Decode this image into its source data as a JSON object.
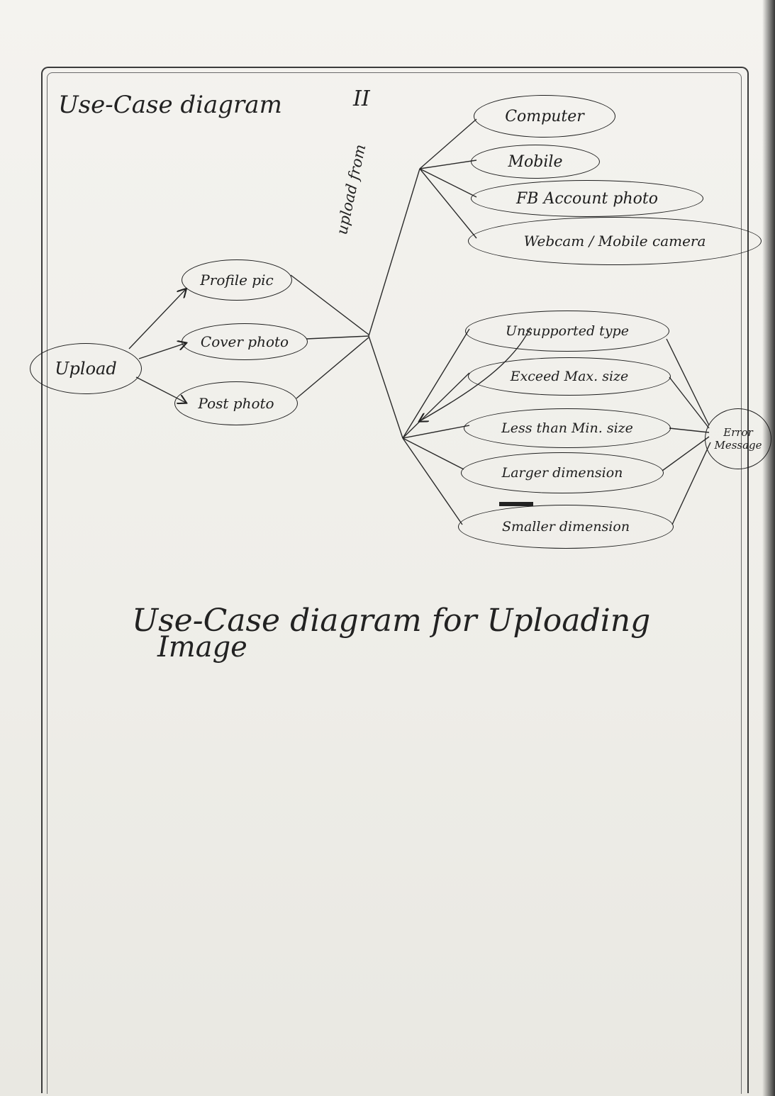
{
  "header": {
    "title": "Use-Case diagram",
    "numeral": "II"
  },
  "diagram": {
    "actor": "Upload",
    "image_types": [
      "Profile pic",
      "Cover photo",
      "Post photo"
    ],
    "upload_label": "upload from",
    "sources": [
      "Computer",
      "Mobile",
      "FB Account photo",
      "Webcam / Mobile camera"
    ],
    "validations": [
      "Unsupported type",
      "Exceed Max. size",
      "Less than Min. size",
      "Larger dimension",
      "Smaller dimension"
    ],
    "error": "Error Message"
  },
  "caption": {
    "line1": "Use-Case diagram for Uploading",
    "line2": "Image"
  }
}
